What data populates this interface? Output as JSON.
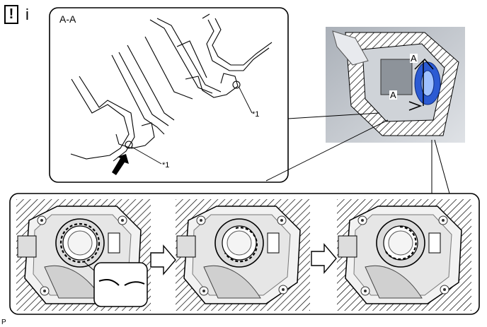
{
  "header": {
    "warning_glyph": "!",
    "info_glyph": "i"
  },
  "detail": {
    "section_label": "A-A",
    "callout_upper": "*1",
    "callout_lower": "*1"
  },
  "photo": {
    "marker_top": "A",
    "marker_bottom": "A"
  },
  "footer": {
    "figure_code": "P"
  }
}
